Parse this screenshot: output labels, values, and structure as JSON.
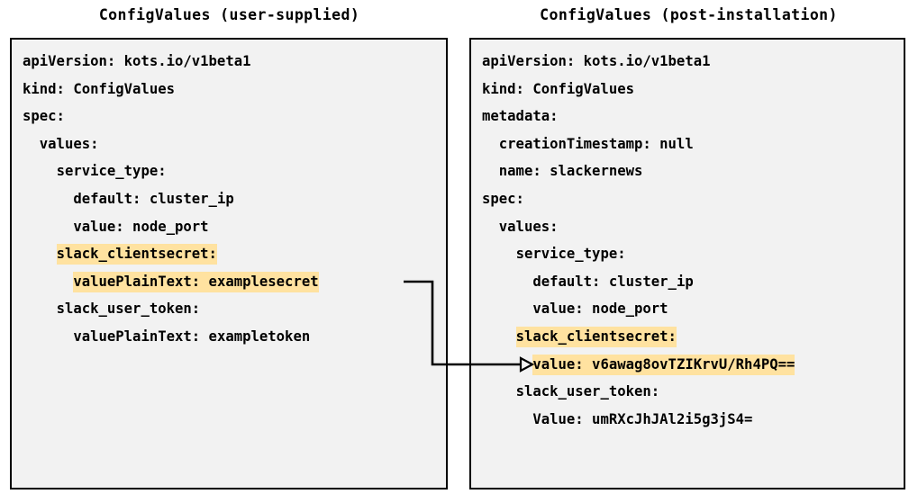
{
  "panels": [
    {
      "id": "user-supplied",
      "title": "ConfigValues (user-supplied)",
      "lines": [
        {
          "text": "apiVersion: kots.io/v1beta1",
          "highlight": false
        },
        {
          "text": "kind: ConfigValues",
          "highlight": false
        },
        {
          "text": "spec:",
          "highlight": false
        },
        {
          "text": "  values:",
          "highlight": false
        },
        {
          "text": "    service_type:",
          "highlight": false
        },
        {
          "text": "      default: cluster_ip",
          "highlight": false
        },
        {
          "text": "      value: node_port",
          "highlight": false
        },
        {
          "text": "    slack_clientsecret:",
          "highlight": true
        },
        {
          "text": "      valuePlainText: examplesecret",
          "highlight": true
        },
        {
          "text": "    slack_user_token:",
          "highlight": false
        },
        {
          "text": "      valuePlainText: exampletoken",
          "highlight": false
        }
      ]
    },
    {
      "id": "post-installation",
      "title": "ConfigValues (post-installation)",
      "lines": [
        {
          "text": "apiVersion: kots.io/v1beta1",
          "highlight": false
        },
        {
          "text": "kind: ConfigValues",
          "highlight": false
        },
        {
          "text": "metadata:",
          "highlight": false
        },
        {
          "text": "  creationTimestamp: null",
          "highlight": false
        },
        {
          "text": "  name: slackernews",
          "highlight": false
        },
        {
          "text": "spec:",
          "highlight": false
        },
        {
          "text": "  values:",
          "highlight": false
        },
        {
          "text": "    service_type:",
          "highlight": false
        },
        {
          "text": "      default: cluster_ip",
          "highlight": false
        },
        {
          "text": "      value: node_port",
          "highlight": false
        },
        {
          "text": "    slack_clientsecret:",
          "highlight": true
        },
        {
          "text": "      value: v6awag8ovTZIKrvU/Rh4PQ==",
          "highlight": true
        },
        {
          "text": "    slack_user_token:",
          "highlight": false
        },
        {
          "text": "      Value: umRXcJhJAl2i5g3jS4=",
          "highlight": false
        }
      ]
    }
  ],
  "connector": {
    "name": "encryption-arrow",
    "from_line": "      valuePlainText: examplesecret",
    "to_line": "      value: v6awag8ovTZIKrvU/Rh4PQ=="
  },
  "colors": {
    "highlight": "#ffe2a0",
    "box_background": "#f2f2f2",
    "border": "#000000",
    "text": "#000000",
    "page_background": "#ffffff"
  }
}
